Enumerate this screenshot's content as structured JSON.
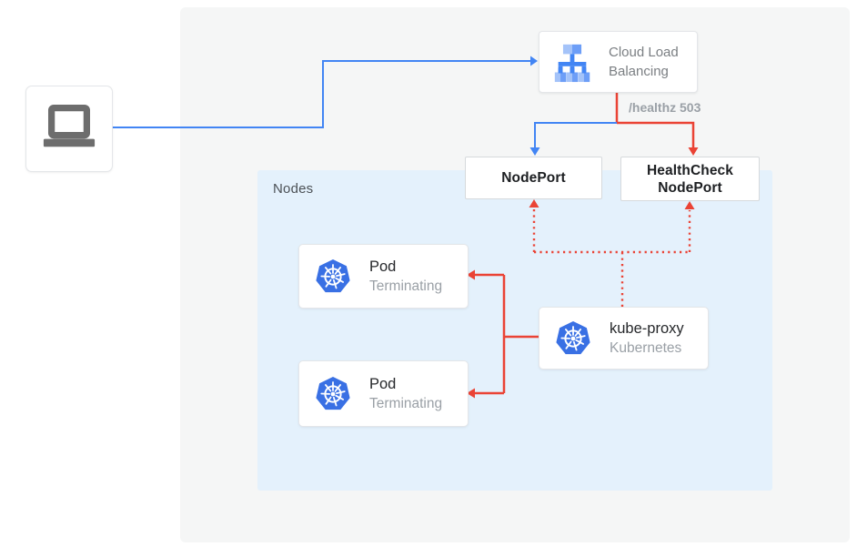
{
  "nodes_group": {
    "label": "Nodes"
  },
  "client": {
    "name": "laptop"
  },
  "load_balancer": {
    "line1": "Cloud Load",
    "line2": "Balancing"
  },
  "health_check_path_label": "/healthz 503",
  "node_port": {
    "label": "NodePort"
  },
  "health_check_node_port": {
    "line1": "HealthCheck",
    "line2": "NodePort"
  },
  "pods": [
    {
      "title": "Pod",
      "status": "Terminating"
    },
    {
      "title": "Pod",
      "status": "Terminating"
    }
  ],
  "kube_proxy": {
    "title": "kube-proxy",
    "subtitle": "Kubernetes"
  },
  "colors": {
    "flow_blue": "#4285F4",
    "flow_red": "#EA4335",
    "nodes_background": "#E4F1FC",
    "panel_background": "#F5F6F6",
    "kubernetes_blue": "#3970E4",
    "icon_gray": "#6D6D6D",
    "muted_text": "#9AA0A6"
  }
}
